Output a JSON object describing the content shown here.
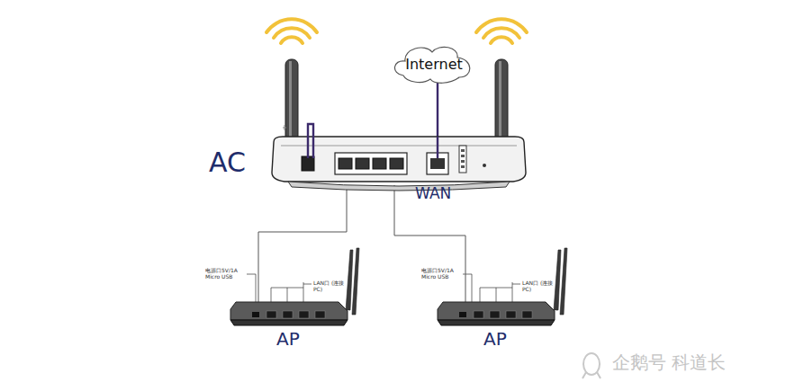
{
  "diagram": {
    "nodes": [
      {
        "text": [
          "Internet"
        ]
      },
      {
        "text": [
          "AC"
        ]
      },
      {
        "text": [
          "AP"
        ]
      },
      {
        "text": [
          "AP"
        ]
      }
    ],
    "edges": [
      {
        "from": 0,
        "to": 1,
        "arrow": "none"
      },
      {
        "from": 1,
        "to": 2,
        "arrow": "none"
      },
      {
        "from": 1,
        "to": 3,
        "arrow": "none"
      }
    ],
    "labels": [
      "WAN",
      "电源口5V/1A Micro USB",
      "LAN口 (连接PC)",
      "电源口5V/1A Micro USB",
      "LAN口 (连接PC)",
      "企鹅号 科道长"
    ]
  }
}
